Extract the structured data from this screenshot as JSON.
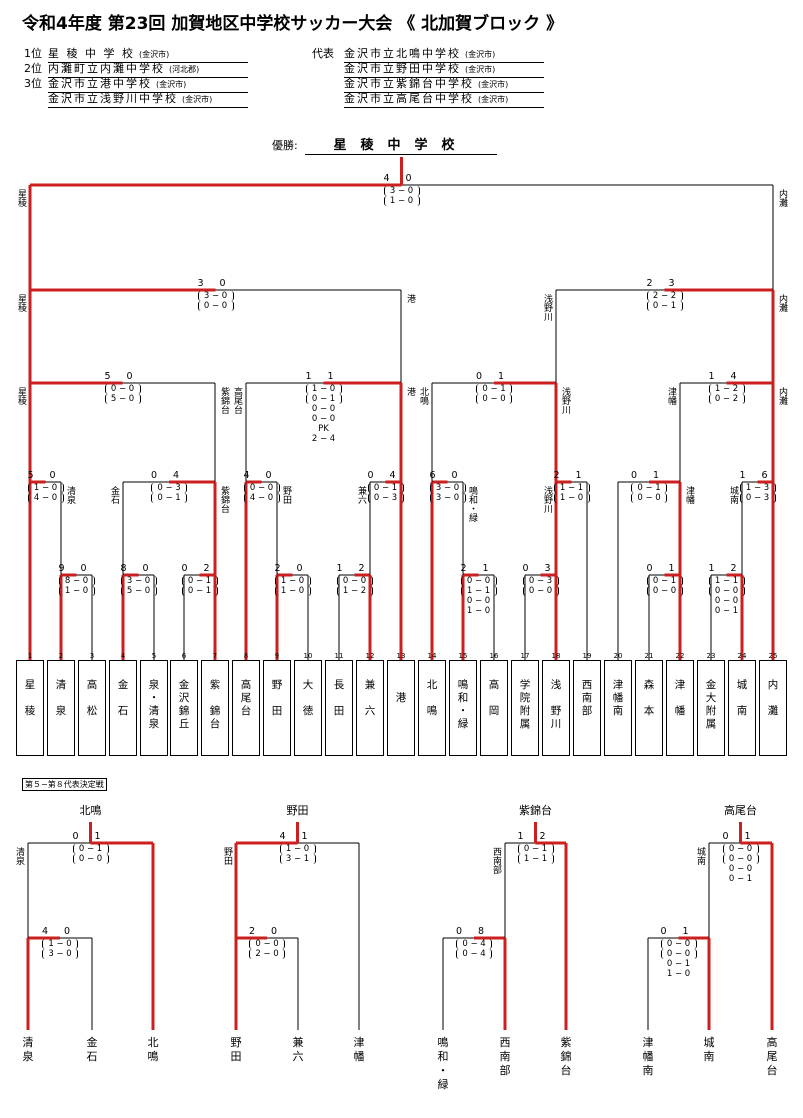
{
  "title": "令和4年度  第23回  加賀地区中学校サッカー大会  《  北加賀ブロック  》",
  "results": {
    "r1_rank": "1位",
    "r1_name": "星  稜  中  学  校",
    "r1_city": "(金沢市)",
    "r2_rank": "2位",
    "r2_name": "内灘町立内灘中学校",
    "r2_city": "(河北郡)",
    "r3_rank": "3位",
    "r3_name": "金沢市立港中学校",
    "r3_city": "(金沢市)",
    "r4_name": "金沢市立浅野川中学校",
    "r4_city": "(金沢市)",
    "rep_label": "代表",
    "rep1": "金沢市立北鳴中学校",
    "rep2": "金沢市立野田中学校",
    "rep3": "金沢市立紫錦台中学校",
    "rep4": "金沢市立高尾台中学校",
    "rep_city": "(金沢市)"
  },
  "champion": {
    "label": "優勝:",
    "name": "星稜中学校"
  },
  "final": {
    "left": "星稜",
    "right": "内灘",
    "sl": "4",
    "sr": "0",
    "h1": "3 − 0",
    "h2": "1 − 0"
  },
  "sf": [
    {
      "left": "星稜",
      "right": "港",
      "sl": "3",
      "sr": "0",
      "h1": "3 − 0",
      "h2": "0 − 0"
    },
    {
      "left": "浅野川",
      "right": "内灘",
      "sl": "2",
      "sr": "3",
      "h1": "2 − 2",
      "h2": "0 − 1"
    }
  ],
  "qf": [
    {
      "left": "星稜",
      "right": "紫錦台",
      "sl": "5",
      "sr": "0",
      "h1": "0 − 0",
      "h2": "5 − 0"
    },
    {
      "left": "高尾台",
      "right": "港",
      "sl": "1",
      "sr": "1",
      "h1": "1 − 0",
      "h2": "0 − 1",
      "h3": "0 − 0",
      "h4": "0 − 0",
      "h5": "PK",
      "h6": "2 − 4"
    },
    {
      "left": "北鳴",
      "right": "浅野川",
      "sl": "0",
      "sr": "1",
      "h1": "0 − 1",
      "h2": "0 − 0"
    },
    {
      "left": "津幡",
      "right": "内灘",
      "sl": "1",
      "sr": "4",
      "h1": "1 − 2",
      "h2": "0 − 2"
    }
  ],
  "r16": [
    {
      "left": "",
      "right": "清泉",
      "sl": "5",
      "sr": "0",
      "h1": "1 − 0",
      "h2": "4 − 0"
    },
    {
      "left": "金石",
      "right": "紫錦台",
      "sl": "0",
      "sr": "4",
      "h1": "0 − 3",
      "h2": "0 − 1"
    },
    {
      "left": "",
      "right": "野田",
      "sl": "4",
      "sr": "0",
      "h1": "0 − 0",
      "h2": "4 − 0"
    },
    {
      "left": "兼六",
      "right": "",
      "sl": "0",
      "sr": "4",
      "h1": "0 − 1",
      "h2": "0 − 3"
    },
    {
      "left": "",
      "right": "鳴和・緑",
      "sl": "6",
      "sr": "0",
      "h1": "3 − 0",
      "h2": "3 − 0"
    },
    {
      "left": "浅野川",
      "right": "",
      "sl": "2",
      "sr": "1",
      "h1": "1 − 1",
      "h2": "1 − 0"
    },
    {
      "left": "",
      "right": "津幡",
      "sl": "0",
      "sr": "1",
      "h1": "0 − 1",
      "h2": "0 − 0"
    },
    {
      "left": "城南",
      "right": "",
      "sl": "1",
      "sr": "6",
      "h1": "1 − 3",
      "h2": "0 − 3"
    }
  ],
  "r1": [
    {
      "sl": "9",
      "sr": "0",
      "h1": "8 − 0",
      "h2": "1 − 0"
    },
    {
      "sl": "8",
      "sr": "0",
      "h1": "3 − 0",
      "h2": "5 − 0"
    },
    {
      "sl": "0",
      "sr": "2",
      "h1": "0 − 1",
      "h2": "0 − 1"
    },
    {
      "sl": "2",
      "sr": "0",
      "h1": "1 − 0",
      "h2": "1 − 0"
    },
    {
      "sl": "1",
      "sr": "2",
      "h1": "0 − 0",
      "h2": "1 − 2"
    },
    {
      "sl": "2",
      "sr": "1",
      "h1": "0 − 0",
      "h2": "1 − 1",
      "h3": "0 − 0",
      "h4": "1 − 0"
    },
    {
      "sl": "0",
      "sr": "3",
      "h1": "0 − 3",
      "h2": "0 − 0"
    },
    {
      "sl": "0",
      "sr": "1",
      "h1": "0 − 1",
      "h2": "0 − 0"
    },
    {
      "sl": "1",
      "sr": "2",
      "h1": "1 − 1",
      "h2": "0 − 0",
      "h3": "0 − 0",
      "h4": "0 − 1"
    }
  ],
  "teams": [
    {
      "n": "1",
      "name": "星\n\n稜"
    },
    {
      "n": "2",
      "name": "清\n\n泉"
    },
    {
      "n": "3",
      "name": "高\n\n松"
    },
    {
      "n": "4",
      "name": "金\n\n石"
    },
    {
      "n": "5",
      "name": "泉\n・\n清\n泉"
    },
    {
      "n": "6",
      "name": "金\n沢\n錦\n丘"
    },
    {
      "n": "7",
      "name": "紫\n\n錦\n台"
    },
    {
      "n": "8",
      "name": "高\n尾\n台"
    },
    {
      "n": "9",
      "name": "野\n\n田"
    },
    {
      "n": "10",
      "name": "大\n\n徳"
    },
    {
      "n": "11",
      "name": "長\n\n田"
    },
    {
      "n": "12",
      "name": "兼\n\n六"
    },
    {
      "n": "13",
      "name": "\n港"
    },
    {
      "n": "14",
      "name": "北\n\n鳴"
    },
    {
      "n": "15",
      "name": "鳴\n和\n・\n緑"
    },
    {
      "n": "16",
      "name": "高\n\n岡"
    },
    {
      "n": "17",
      "name": "学\n院\n附\n属"
    },
    {
      "n": "18",
      "name": "浅\n\n野\n川"
    },
    {
      "n": "19",
      "name": "西\n南\n部"
    },
    {
      "n": "20",
      "name": "津\n幡\n南"
    },
    {
      "n": "21",
      "name": "森\n\n本"
    },
    {
      "n": "22",
      "name": "津\n\n幡"
    },
    {
      "n": "23",
      "name": "金\n大\n附\n属"
    },
    {
      "n": "24",
      "name": "城\n\n南"
    },
    {
      "n": "25",
      "name": "内\n\n灘"
    }
  ],
  "bottom": {
    "section_label": "第５−第８代表決定戦",
    "groups": [
      {
        "head": "北鳴",
        "tl": "0",
        "tr": "1",
        "t1": "0 − 1",
        "t2": "0 − 0",
        "mid": "清泉",
        "bl": "4",
        "br": "0",
        "b1": "1 − 0",
        "b2": "3 − 0",
        "teams": [
          "清\n泉",
          "金\n石",
          "北\n鳴"
        ]
      },
      {
        "head": "野田",
        "tl": "4",
        "tr": "1",
        "t1": "1 − 0",
        "t2": "3 − 1",
        "mid": "野田",
        "bl": "2",
        "br": "0",
        "b1": "0 − 0",
        "b2": "2 − 0",
        "teams": [
          "野\n田",
          "兼\n六",
          "津\n幡"
        ]
      },
      {
        "head": "紫錦台",
        "tl": "1",
        "tr": "2",
        "t1": "0 − 1",
        "t2": "1 − 1",
        "mid": "西南部",
        "bl": "0",
        "br": "8",
        "b1": "0 − 4",
        "b2": "0 − 4",
        "teams": [
          "鳴\n和\n・\n緑",
          "西\n南\n部",
          "紫\n錦\n台"
        ]
      },
      {
        "head": "高尾台",
        "tl": "0",
        "tr": "1",
        "t1": "0 − 0",
        "t2": "0 − 0",
        "t3": "0 − 0",
        "t4": "0 − 1",
        "mid": "城南",
        "bl": "0",
        "br": "1",
        "b1": "0 − 0",
        "b2": "0 − 0",
        "b3": "0 − 1",
        "b4": "1 − 0",
        "teams": [
          "津\n幡\n南",
          "城\n南",
          "高\n尾\n台"
        ]
      }
    ]
  },
  "colors": {
    "win": "#cc1f1f",
    "line": "#000000"
  }
}
